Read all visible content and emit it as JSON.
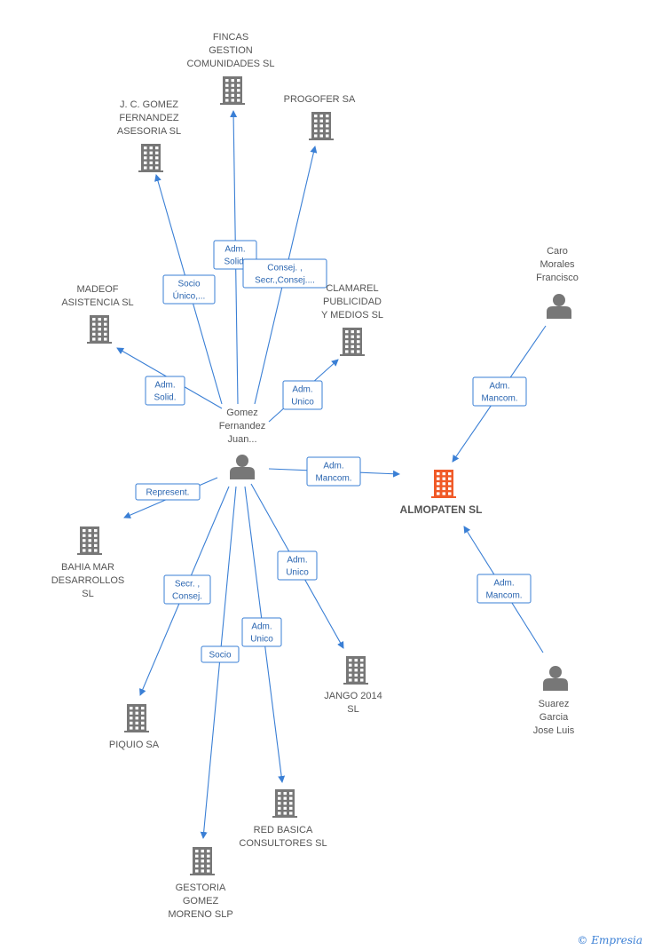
{
  "colors": {
    "edge": "#3a7fd5",
    "company": "#777777",
    "main": "#f05a28",
    "person": "#777777"
  },
  "nodes": [
    {
      "id": "fincas",
      "type": "company",
      "lines": [
        "FINCAS",
        "GESTION",
        "COMUNIDADES SL"
      ]
    },
    {
      "id": "jcgomez",
      "type": "company",
      "lines": [
        "J. C. GOMEZ",
        "FERNANDEZ",
        "ASESORIA SL"
      ]
    },
    {
      "id": "progofer",
      "type": "company",
      "lines": [
        "PROGOFER SA"
      ]
    },
    {
      "id": "madeof",
      "type": "company",
      "lines": [
        "MADEOF",
        "ASISTENCIA  SL"
      ]
    },
    {
      "id": "clamarel",
      "type": "company",
      "lines": [
        "CLAMAREL",
        "PUBLICIDAD",
        "Y MEDIOS SL"
      ]
    },
    {
      "id": "caro",
      "type": "person",
      "lines": [
        "Caro",
        "Morales",
        "Francisco"
      ]
    },
    {
      "id": "gomez",
      "type": "person",
      "lines": [
        "Gomez",
        "Fernandez",
        "Juan..."
      ]
    },
    {
      "id": "almopaten",
      "type": "main",
      "lines": [
        "ALMOPATEN SL"
      ]
    },
    {
      "id": "bahia",
      "type": "company",
      "lines": [
        "BAHIA MAR",
        "DESARROLLOS",
        "SL"
      ]
    },
    {
      "id": "jango",
      "type": "company",
      "lines": [
        "JANGO 2014",
        "SL"
      ]
    },
    {
      "id": "piquio",
      "type": "company",
      "lines": [
        "PIQUIO SA"
      ]
    },
    {
      "id": "suarez",
      "type": "person",
      "lines": [
        "Suarez",
        "Garcia",
        "Jose Luis"
      ]
    },
    {
      "id": "redbasica",
      "type": "company",
      "lines": [
        "RED BASICA",
        "CONSULTORES SL"
      ]
    },
    {
      "id": "gestoria",
      "type": "company",
      "lines": [
        "GESTORIA",
        "GOMEZ",
        "MORENO  SLP"
      ]
    }
  ],
  "edges": [
    {
      "from": "gomez",
      "to": "fincas",
      "lines": [
        "Adm.",
        "Solid."
      ]
    },
    {
      "from": "gomez",
      "to": "jcgomez",
      "lines": [
        "Socio",
        "Único,..."
      ]
    },
    {
      "from": "gomez",
      "to": "progofer",
      "lines": [
        "Consej. ,",
        "Secr.,Consej...."
      ]
    },
    {
      "from": "gomez",
      "to": "madeof",
      "lines": [
        "Adm.",
        "Solid."
      ]
    },
    {
      "from": "gomez",
      "to": "clamarel",
      "lines": [
        "Adm.",
        "Unico"
      ]
    },
    {
      "from": "gomez",
      "to": "almopaten",
      "lines": [
        "Adm.",
        "Mancom."
      ]
    },
    {
      "from": "caro",
      "to": "almopaten",
      "lines": [
        "Adm.",
        "Mancom."
      ]
    },
    {
      "from": "gomez",
      "to": "bahia",
      "lines": [
        "Represent."
      ]
    },
    {
      "from": "gomez",
      "to": "jango",
      "lines": [
        "Adm.",
        "Unico"
      ]
    },
    {
      "from": "gomez",
      "to": "piquio",
      "lines": [
        "Secr. ,",
        "Consej."
      ]
    },
    {
      "from": "suarez",
      "to": "almopaten",
      "lines": [
        "Adm.",
        "Mancom."
      ]
    },
    {
      "from": "gomez",
      "to": "redbasica",
      "lines": [
        "Adm.",
        "Unico"
      ]
    },
    {
      "from": "gomez",
      "to": "gestoria",
      "lines": [
        "Socio"
      ]
    }
  ],
  "watermark": "© Empresia"
}
